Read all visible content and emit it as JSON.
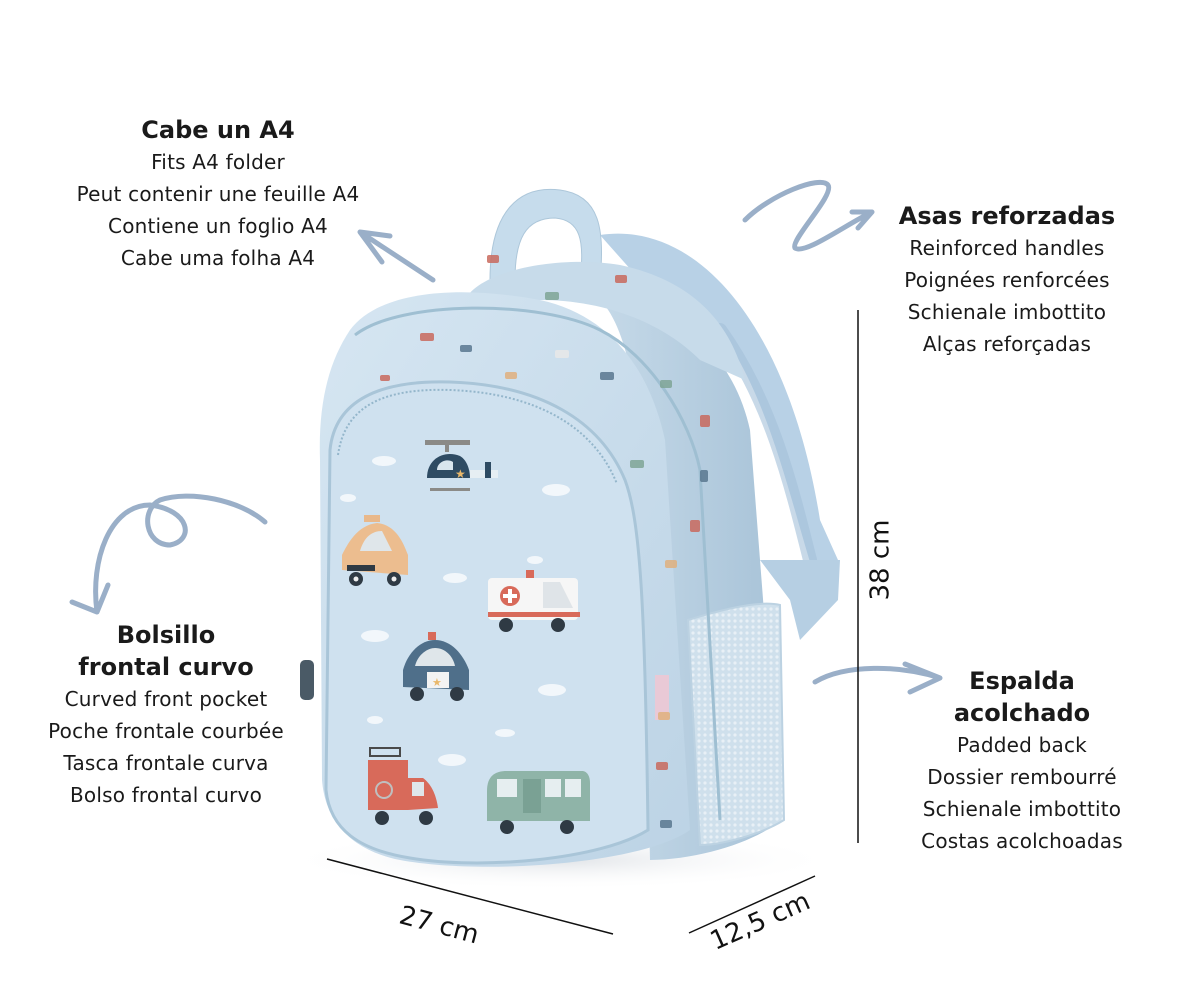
{
  "product": {
    "type": "kids backpack",
    "print": "vehicles pattern (helicopter, taxi, ambulance, police car, fire truck, bus)",
    "colors": {
      "body": "#c9dcea",
      "body_shadow": "#a9c4d8",
      "strap": "#b7d0e6",
      "zipper": "#9fbfd2",
      "arrow": "#9aafc8",
      "line": "#111111"
    }
  },
  "features": [
    {
      "id": "a4",
      "title": "Cabe un A4",
      "lines": [
        "Fits A4 folder",
        "Peut contenir une feuille A4",
        "Contiene un foglio A4",
        "Cabe uma folha A4"
      ]
    },
    {
      "id": "handles",
      "title": "Asas reforzadas",
      "lines": [
        "Reinforced handles",
        "Poignées renforcées",
        "Schienale imbottito",
        "Alças reforçadas"
      ]
    },
    {
      "id": "pocket",
      "title_lines": [
        "Bolsillo",
        "frontal curvo"
      ],
      "lines": [
        "Curved front pocket",
        "Poche frontale courbée",
        "Tasca frontale curva",
        "Bolso frontal curvo"
      ]
    },
    {
      "id": "back",
      "title_lines": [
        "Espalda",
        "acolchado"
      ],
      "lines": [
        "Padded back",
        "Dossier rembourré",
        "Schienale imbottito",
        "Costas acolchoadas"
      ]
    }
  ],
  "dimensions": {
    "height": "38 cm",
    "width": "27 cm",
    "depth": "12,5 cm"
  }
}
